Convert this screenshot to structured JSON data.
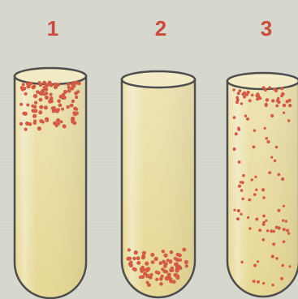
{
  "tubes": [
    {
      "label": "1",
      "distribution": "top"
    },
    {
      "label": "2",
      "distribution": "bottom"
    },
    {
      "label": "3",
      "distribution": "uniform"
    }
  ],
  "colors": {
    "background": "#d6d7cd",
    "medium": "#e8dc9f",
    "medium_top": "#eee4b4",
    "rim": "#4d4d4d",
    "label": "#cc4b3c",
    "dot": "#d45a43"
  }
}
